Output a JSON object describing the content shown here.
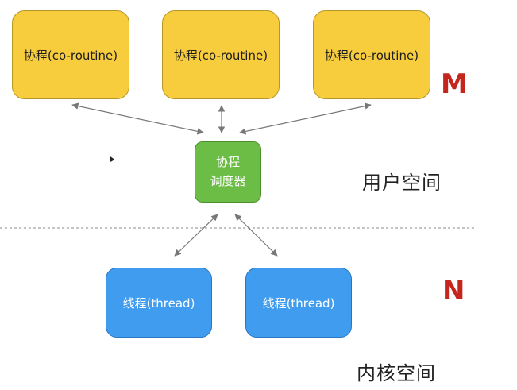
{
  "coroutines": [
    {
      "label": "协程(co-routine)"
    },
    {
      "label": "协程(co-routine)"
    },
    {
      "label": "协程(co-routine)"
    }
  ],
  "scheduler": {
    "line1": "协程",
    "line2": "调度器"
  },
  "threads": [
    {
      "label": "线程(thread)"
    },
    {
      "label": "线程(thread)"
    }
  ],
  "labels": {
    "m": "M",
    "n": "N",
    "user_space": "用户空间",
    "kernel_space": "内核空间"
  },
  "colors": {
    "coroutine_fill": "#f7cd3e",
    "scheduler_fill": "#6cbd45",
    "thread_fill": "#3f9cef",
    "accent_letter": "#c4261e",
    "arrow": "#777777",
    "divider": "#8a8a8a"
  }
}
